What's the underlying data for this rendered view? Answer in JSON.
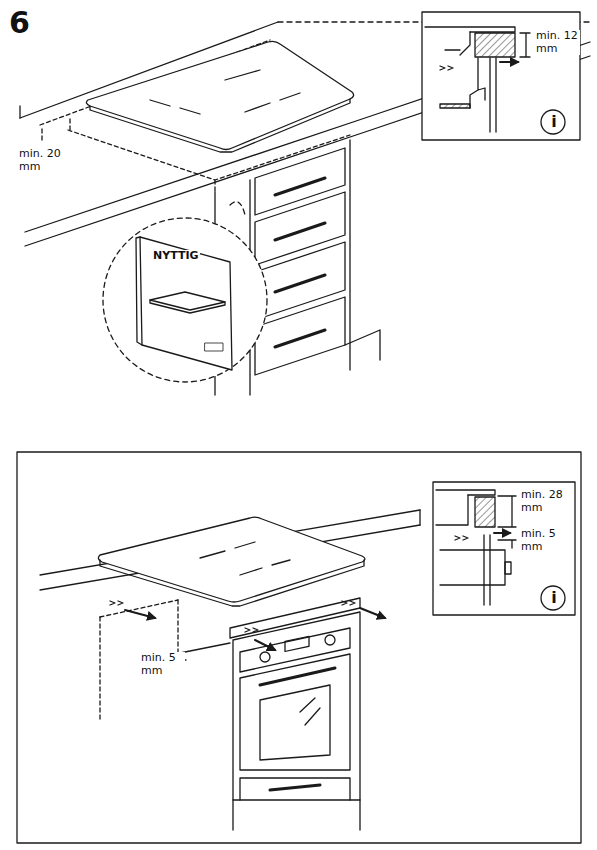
{
  "diagram": {
    "labels": [
      "6",
      "min. 12 mm",
      "min. 20 mm",
      "NYTTIG",
      "i",
      "min. 28 mm",
      "min. 5 mm",
      "i",
      "min. 5 mm"
    ]
  }
}
